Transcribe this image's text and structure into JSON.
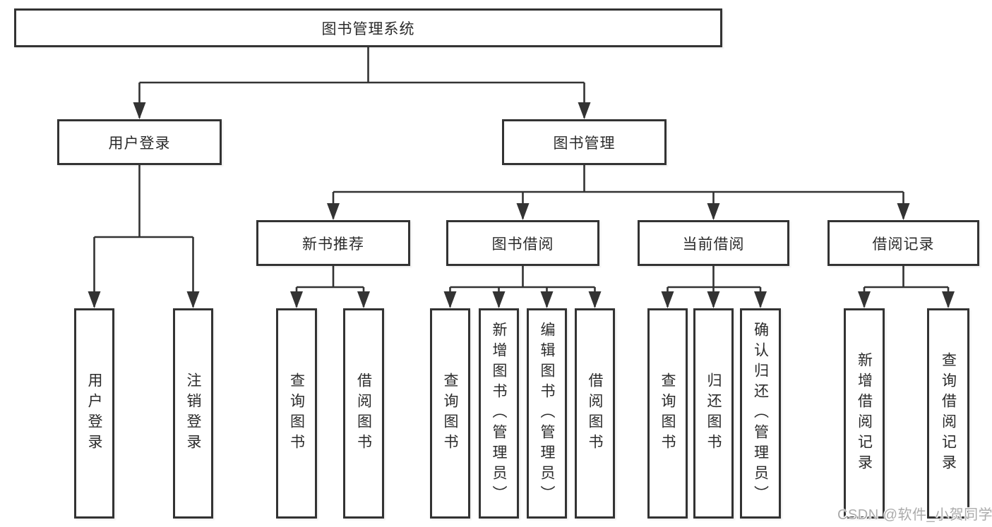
{
  "colors": {
    "line": "#333333",
    "box-border": "#333333",
    "text": "#2b2b2b",
    "watermark": "#ababab",
    "background": "#ffffff"
  },
  "tree": {
    "root": {
      "label": "图书管理系统"
    },
    "branches": [
      {
        "label": "用户登录",
        "children": [
          {
            "label": "用户登录"
          },
          {
            "label": "注销登录"
          }
        ]
      },
      {
        "label": "图书管理",
        "children": [
          {
            "label": "新书推荐",
            "children": [
              {
                "label": "查询图书"
              },
              {
                "label": "借阅图书"
              }
            ]
          },
          {
            "label": "图书借阅",
            "children": [
              {
                "label": "查询图书"
              },
              {
                "label": "新增图书（管理员）"
              },
              {
                "label": "编辑图书（管理员）"
              },
              {
                "label": "借阅图书"
              }
            ]
          },
          {
            "label": "当前借阅",
            "children": [
              {
                "label": "查询图书"
              },
              {
                "label": "归还图书"
              },
              {
                "label": "确认归还（管理员）"
              }
            ]
          },
          {
            "label": "借阅记录",
            "children": [
              {
                "label": "新增借阅记录"
              },
              {
                "label": "查询借阅记录"
              }
            ]
          }
        ]
      }
    ]
  },
  "watermark": {
    "text": "CSDN @软件_小贺同学"
  }
}
